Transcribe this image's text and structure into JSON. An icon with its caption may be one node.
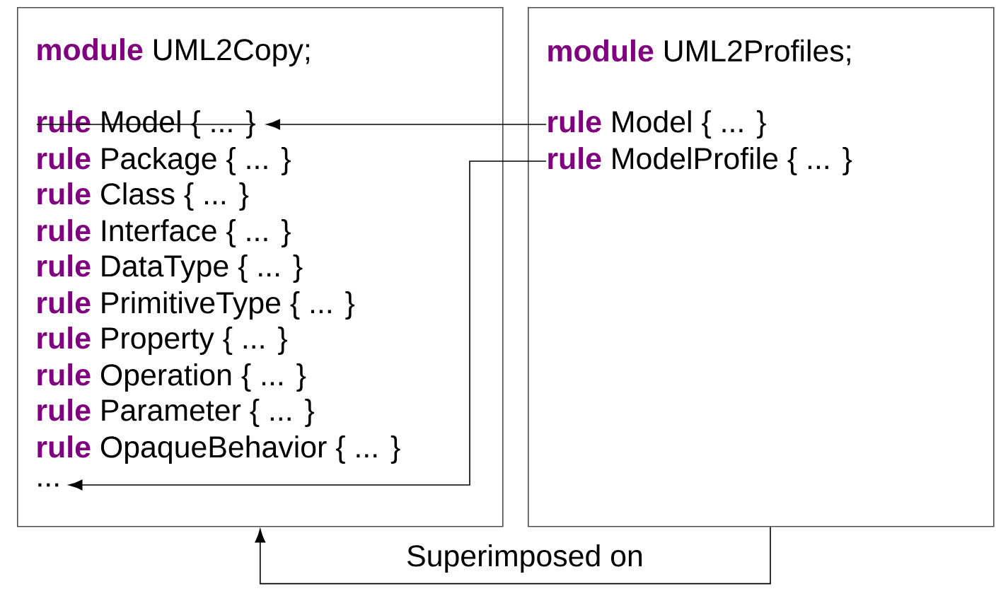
{
  "diagram": {
    "nodes": [
      {
        "text": [],
        "shape": "box"
      },
      {
        "text": [
          "**module** UML2Copy;"
        ],
        "in": 0
      },
      {
        "text": [
          "**rule** Model { ... }"
        ],
        "in": 0
      },
      {
        "text": [
          "**rule** Package { ... }"
        ],
        "in": 0
      },
      {
        "text": [
          "**rule** Class { ... }"
        ],
        "in": 0
      },
      {
        "text": [
          "**rule** Interface { ... }"
        ],
        "in": 0
      },
      {
        "text": [
          "**rule** DataType { ... }"
        ],
        "in": 0
      },
      {
        "text": [
          "**rule** PrimitiveType { ... }"
        ],
        "in": 0
      },
      {
        "text": [
          "**rule** Property { ... }"
        ],
        "in": 0
      },
      {
        "text": [
          "**rule** Operation { ... }"
        ],
        "in": 0
      },
      {
        "text": [
          "**rule** Parameter { ... }"
        ],
        "in": 0
      },
      {
        "text": [
          "**rule** OpaqueBehavior { ... }"
        ],
        "in": 0
      },
      {
        "text": [
          "..."
        ],
        "in": 0
      },
      {
        "text": [],
        "shape": "box"
      },
      {
        "text": [
          "**module** UML2Profiles;"
        ],
        "in": 13
      },
      {
        "text": [
          "**rule** Model { ... }"
        ],
        "in": 13
      },
      {
        "text": [
          "**rule** ModelProfile { ... }"
        ],
        "in": 13
      }
    ],
    "edges": [
      {
        "from": 15,
        "to": 2,
        "arrow": "to"
      },
      {
        "from": 16,
        "to": 12,
        "arrow": "to"
      },
      {
        "from": 13,
        "to": 0,
        "arrow": "to",
        "label": "Superimposed on"
      }
    ]
  }
}
